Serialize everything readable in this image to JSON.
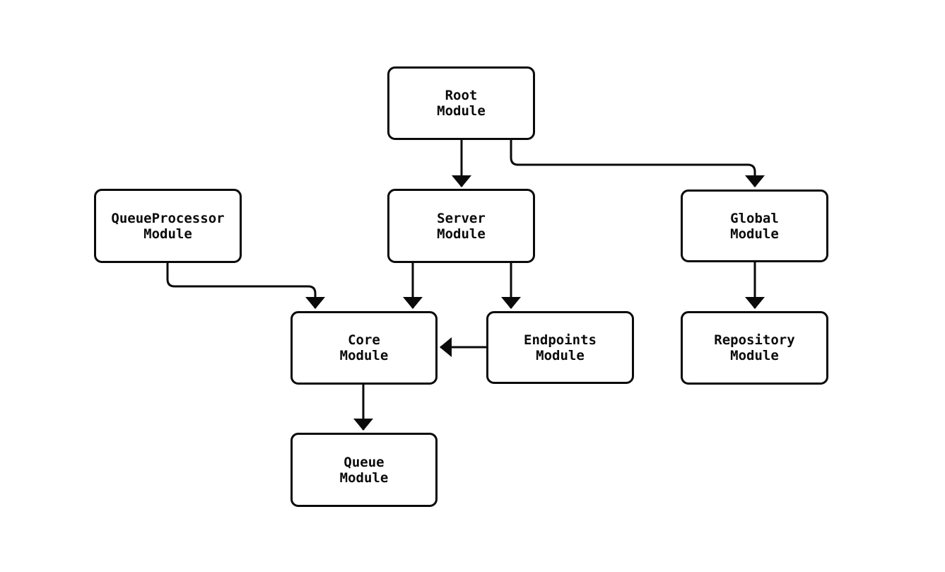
{
  "diagram": {
    "type": "module-dependency-graph",
    "background": "#ffffff",
    "stroke_color": "#0a0a0a",
    "node_fill": "#ffffff",
    "nodes": [
      {
        "id": "root",
        "label": "Root\nModule"
      },
      {
        "id": "queueprocessor",
        "label": "QueueProcessor\nModule"
      },
      {
        "id": "server",
        "label": "Server\nModule"
      },
      {
        "id": "global",
        "label": "Global\nModule"
      },
      {
        "id": "core",
        "label": "Core\nModule"
      },
      {
        "id": "endpoints",
        "label": "Endpoints\nModule"
      },
      {
        "id": "repository",
        "label": "Repository\nModule"
      },
      {
        "id": "queue",
        "label": "Queue\nModule"
      }
    ],
    "edges": [
      {
        "from": "root",
        "to": "server",
        "arrow": "true"
      },
      {
        "from": "root",
        "to": "global",
        "arrow": "true"
      },
      {
        "from": "queueprocessor",
        "to": "core",
        "arrow": "true"
      },
      {
        "from": "server",
        "to": "core",
        "arrow": "true"
      },
      {
        "from": "server",
        "to": "endpoints",
        "arrow": "true"
      },
      {
        "from": "endpoints",
        "to": "core",
        "arrow": "true"
      },
      {
        "from": "global",
        "to": "repository",
        "arrow": "true"
      },
      {
        "from": "core",
        "to": "queue",
        "arrow": "true"
      }
    ]
  }
}
